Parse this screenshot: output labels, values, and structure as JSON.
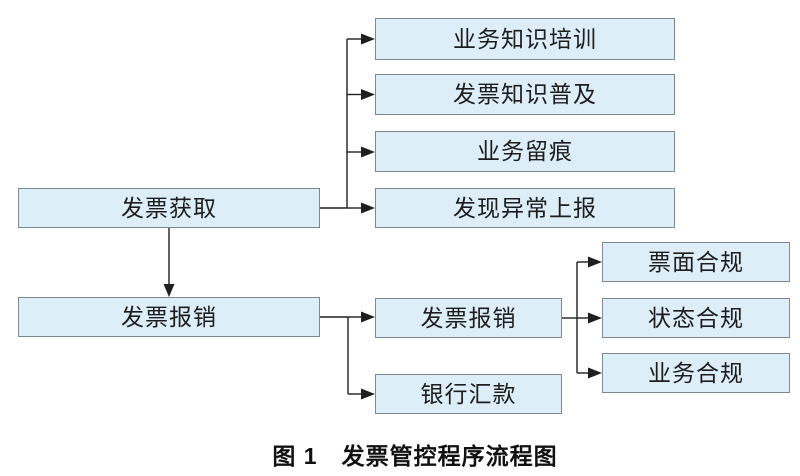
{
  "figure": {
    "caption": "图 1　发票管控程序流程图"
  },
  "colors": {
    "box_fill": "#ddeef8",
    "box_border": "#7b8791",
    "connector_line": "#1f1f1f",
    "text": "#1d1d1d"
  },
  "flowchart": {
    "nodes": {
      "invoice_acquisition": {
        "label": "发票获取"
      },
      "invoice_reimbursement": {
        "label": "发票报销"
      },
      "business_knowledge_training": {
        "label": "业务知识培训"
      },
      "invoice_knowledge_popularization": {
        "label": "发票知识普及"
      },
      "business_trace": {
        "label": "业务留痕"
      },
      "report_abnormality": {
        "label": "发现异常上报"
      },
      "invoice_reimbursement_step": {
        "label": "发票报销"
      },
      "bank_remittance": {
        "label": "银行汇款"
      },
      "ticket_face_compliance": {
        "label": "票面合规"
      },
      "status_compliance": {
        "label": "状态合规"
      },
      "business_compliance": {
        "label": "业务合规"
      }
    }
  }
}
